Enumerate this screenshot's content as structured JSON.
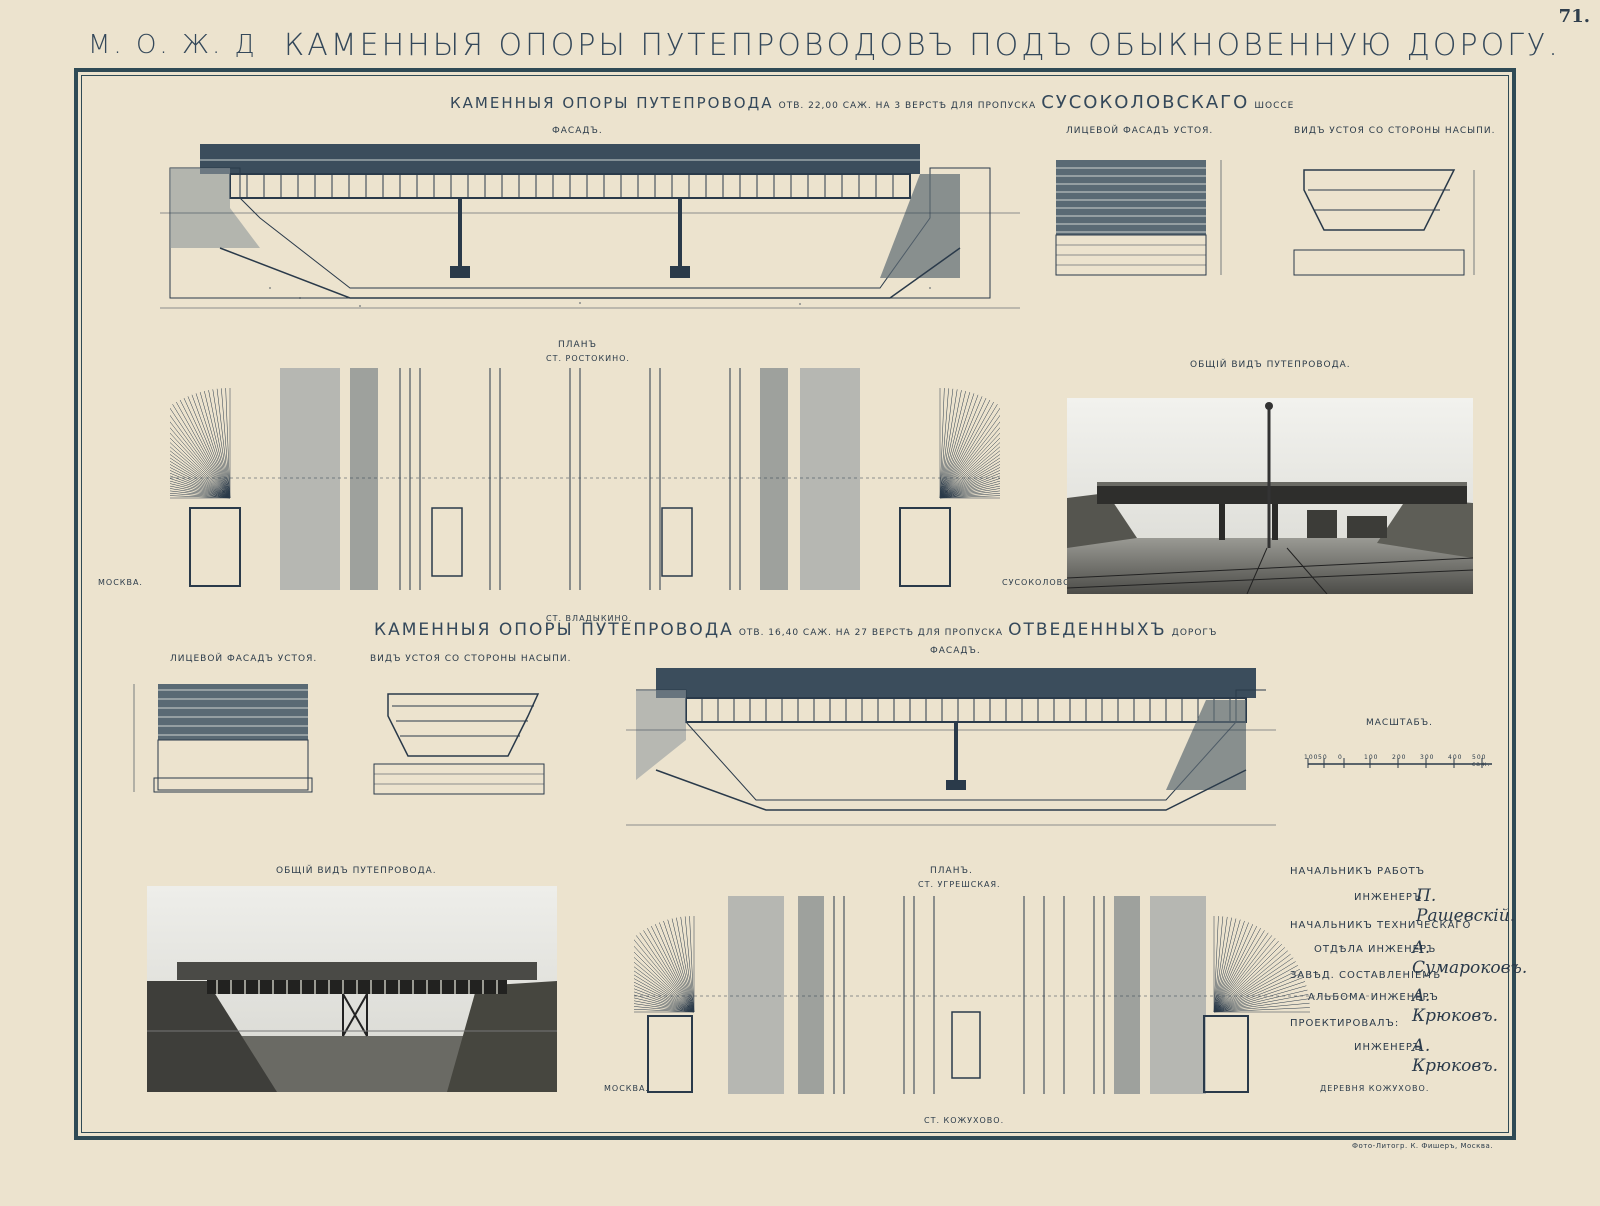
{
  "page_number": "71.",
  "header_left": "М. О. Ж. Д",
  "header_title": "КАМЕННЫЯ ОПОРЫ ПУТЕПРОВОДОВЪ ПОДЪ ОБЫКНОВЕННУЮ ДОРОГУ.",
  "upper": {
    "title_a": "КАМЕННЫЯ ОПОРЫ ПУТЕПРОВОДА",
    "title_b": "ОТВ. 22,00 САЖ. НА 3 ВЕРСТѢ ДЛЯ ПРОПУСКА",
    "title_c": "СУСОКОЛОВСКАГО",
    "title_d": "ШОССЕ",
    "facade": "ФАСАДЪ.",
    "abut_face": "ЛИЦЕВОЙ ФАСАДЪ УСТОЯ.",
    "abut_side": "ВИДЪ УСТОЯ СО СТОРОНЫ НАСЫПИ.",
    "plan": "ПЛАНЪ",
    "st_top": "СТ. РОСТОКИНО.",
    "st_bottom": "СТ. ВЛАДЫКИНО.",
    "left_dir": "МОСКВА.",
    "right_dir": "СУСОКОЛОВО.",
    "general_view": "ОБЩІЙ ВИДЪ ПУТЕПРОВОДА."
  },
  "lower": {
    "title_a": "КАМЕННЫЯ ОПОРЫ ПУТЕПРОВОДА",
    "title_b": "ОТВ. 16,40 САЖ. НА 27 ВЕРСТѢ ДЛЯ ПРОПУСКА",
    "title_c": "ОТВЕДЕННЫХЪ",
    "title_d": "ДОРОГЪ",
    "abut_face": "ЛИЦЕВОЙ ФАСАДЪ УСТОЯ.",
    "abut_side": "ВИДЪ УСТОЯ СО СТОРОНЫ НАСЫПИ.",
    "facade": "ФАСАДЪ.",
    "scale": "МАСШТАБЪ.",
    "general_view": "ОБЩІЙ ВИДЪ ПУТЕПРОВОДА.",
    "plan": "ПЛАНЪ.",
    "st_top": "СТ. УГРЕШСКАЯ.",
    "st_bottom": "СТ. КОЖУХОВО.",
    "left_dir": "МОСКВА.",
    "right_dir": "ДЕРЕВНЯ КОЖУХОВО."
  },
  "signatures": [
    {
      "line1": "НАЧАЛЬНИКЪ РАБОТЪ",
      "role": "ИНЖЕНЕРЪ",
      "name": "П. Рашевскій."
    },
    {
      "line1": "НАЧАЛЬНИКЪ ТЕХНИЧЕСКАГО",
      "role": "ОТДѢЛА ИНЖЕНЕРЪ",
      "name": "А. Сумароковъ."
    },
    {
      "line1": "ЗАВѢД. СОСТАВЛЕНІЕМЪ",
      "role": "АЛЬБОМА ИНЖЕНЕРЪ",
      "name": "А. Крюковъ."
    },
    {
      "line1": "ПРОЕКТИРОВАЛЪ:",
      "role": "ИНЖЕНЕРЪ",
      "name": "А. Крюковъ."
    }
  ],
  "scale_ticks": [
    "100",
    "50",
    "0",
    "100",
    "200",
    "300",
    "400",
    "500 саж."
  ],
  "printer": "Фото-Литогр. К. Фишеръ, Москва.",
  "colors": {
    "paper": "#ece3ce",
    "ink": "#2a3a4a",
    "frame": "#2f4a55"
  }
}
